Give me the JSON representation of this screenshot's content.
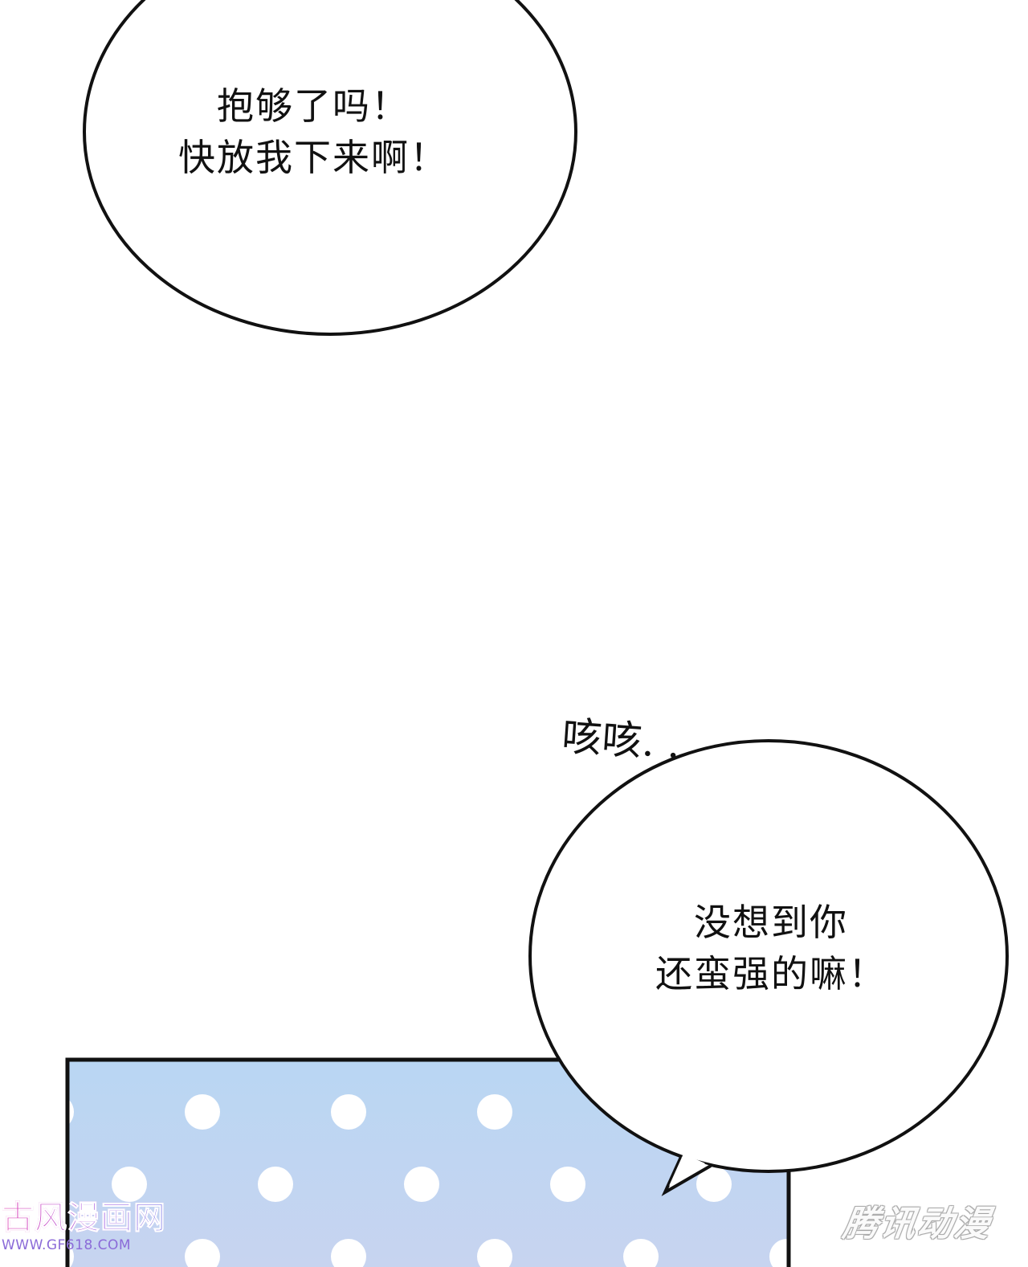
{
  "page": {
    "background_color": "#ffffff"
  },
  "bubble_top": {
    "lines": [
      "抱够了吗！",
      "快放我下来啊！"
    ]
  },
  "sound_effect": {
    "text": "咳咳. ."
  },
  "bubble_bottom": {
    "lines": [
      "没想到你",
      "还蛮强的嘛！"
    ]
  },
  "panel": {
    "fill_top": "#b9d6f3",
    "fill_bottom": "#c8d4f0",
    "dot_color": "#ffffff",
    "border_color": "#111111",
    "pattern": "polka-dot"
  },
  "watermark_left": {
    "title": "古风漫画网",
    "url": "WWW.GF618.COM"
  },
  "watermark_right": {
    "text": "腾讯动漫"
  }
}
